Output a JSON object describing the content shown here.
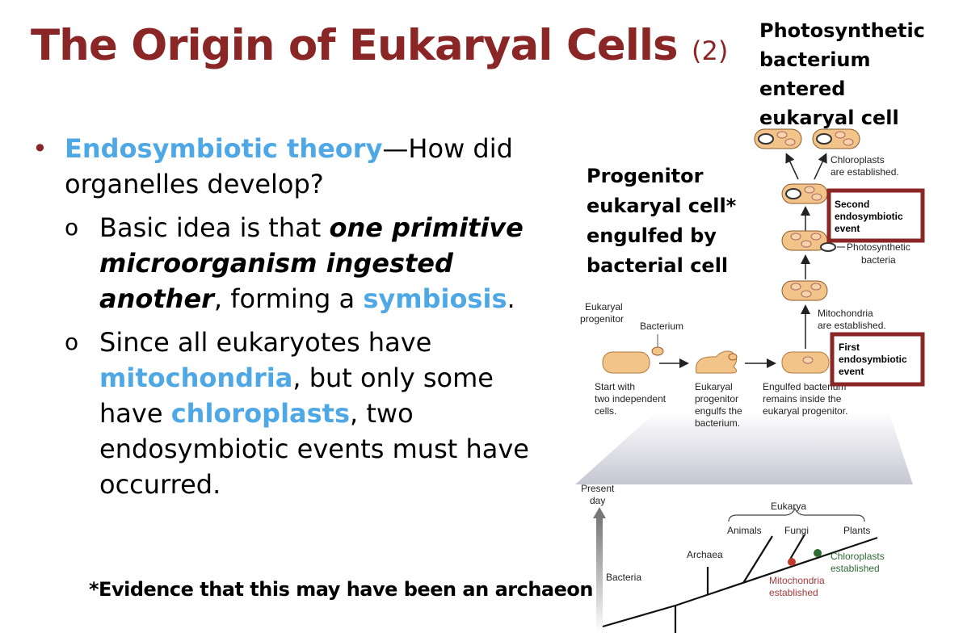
{
  "title": {
    "main": "The Origin of Eukaryal Cells",
    "suffix": "(2)"
  },
  "note_top_right": [
    "Photosynthetic",
    "bacterium entered",
    "eukaryal cell"
  ],
  "bullets": {
    "b1_term": "Endosymbiotic theory",
    "b1_rest": "—How did organelles develop?",
    "s1_a": "Basic idea is that ",
    "s1_b": "one primitive microorganism ingested another",
    "s1_c": ", forming a ",
    "s1_d": "symbiosis",
    "s1_e": ".",
    "s2_a": "Since all eukaryotes have ",
    "s2_b": "mitochondria",
    "s2_c": ", but only some have ",
    "s2_d": "chloroplasts",
    "s2_e": ", two endosymbiotic events must have occurred."
  },
  "progenitor_note": [
    "Progenitor",
    "eukaryal cell*",
    "engulfed by",
    "bacterial cell"
  ],
  "evidence_note": "*Evidence that this may have been an archaeon",
  "diagram": {
    "chloroplasts_established": [
      "Chloroplasts",
      "are established."
    ],
    "second_event": [
      "Second",
      "endosymbiotic",
      "event"
    ],
    "photosynthetic_bacteria": [
      "Photosynthetic",
      "bacteria"
    ],
    "mitochondria_established": [
      "Mitochondria",
      "are established."
    ],
    "first_event": [
      "First",
      "endosymbiotic",
      "event"
    ],
    "eukaryal_progenitor": [
      "Eukaryal",
      "progenitor"
    ],
    "bacterium": "Bacterium",
    "step1": [
      "Start with",
      "two independent",
      "cells."
    ],
    "step2": [
      "Eukaryal",
      "progenitor",
      "engulfs the",
      "bacterium."
    ],
    "step3": [
      "Engulfed bacterium",
      "remains inside the",
      "eukaryal progenitor."
    ],
    "present_day": [
      "Present",
      "day"
    ],
    "eukarya": "Eukarya",
    "animals": "Animals",
    "fungi": "Fungi",
    "plants": "Plants",
    "archaea": "Archaea",
    "bacteria": "Bacteria",
    "chloroplasts_tree": [
      "Chloroplasts",
      "established"
    ],
    "mitochondria_tree": [
      "Mitochondria",
      "established"
    ]
  },
  "colors": {
    "title": "#8b2626",
    "highlight": "#4ea8e6",
    "event_box": "#8b2626",
    "cell_fill": "#f2c489",
    "mito_label": "#a63a3a",
    "chloro_label": "#2e6b33"
  }
}
